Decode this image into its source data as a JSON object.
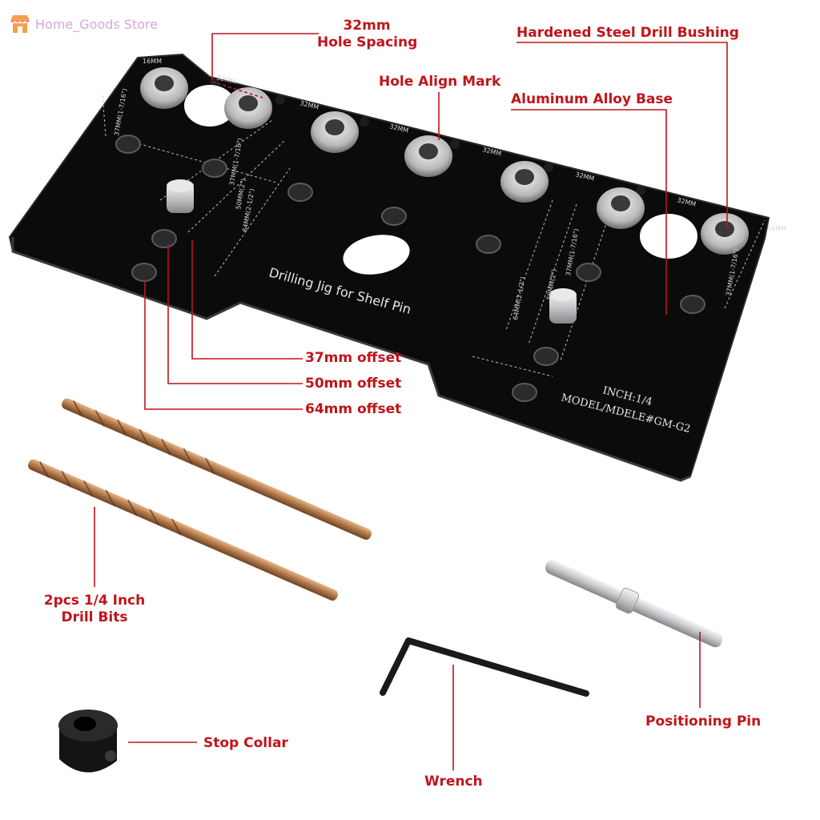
{
  "watermark": {
    "store_name": "Home_Goods Store",
    "icon": "storefront-icon"
  },
  "callouts": {
    "hole_spacing_line1": "32mm",
    "hole_spacing_line2": "Hole Spacing",
    "drill_bushing": "Hardened Steel Drill Bushing",
    "hole_align_mark": "Hole Align Mark",
    "alloy_base": "Aluminum Alloy Base",
    "offset_37": "37mm offset",
    "offset_50": "50mm offset",
    "offset_64": "64mm offset",
    "drill_bits_line1": "2pcs 1/4 Inch",
    "drill_bits_line2": "Drill Bits",
    "positioning_pin": "Positioning Pin",
    "wrench": "Wrench",
    "stop_collar": "Stop Collar"
  },
  "jig": {
    "title": "Drilling Jig for Shelf Pin",
    "inch": "INCH:1/4",
    "model": "MODEL/MDELE#GM-G2",
    "spacing_mark": "32MM",
    "edge_mark": "16MM",
    "dim_37": "37MM(1-7/16\")",
    "dim_50": "50MM(2\")",
    "dim_64": "64MM(2-1/2\")"
  },
  "colors": {
    "callout_red": "#c0141b",
    "jig_black": "#0b0b0c",
    "bushing_steel": "#c9c9cb",
    "drill_bronze": "#b07a4e",
    "watermark_pink": "#d7a6dc"
  }
}
